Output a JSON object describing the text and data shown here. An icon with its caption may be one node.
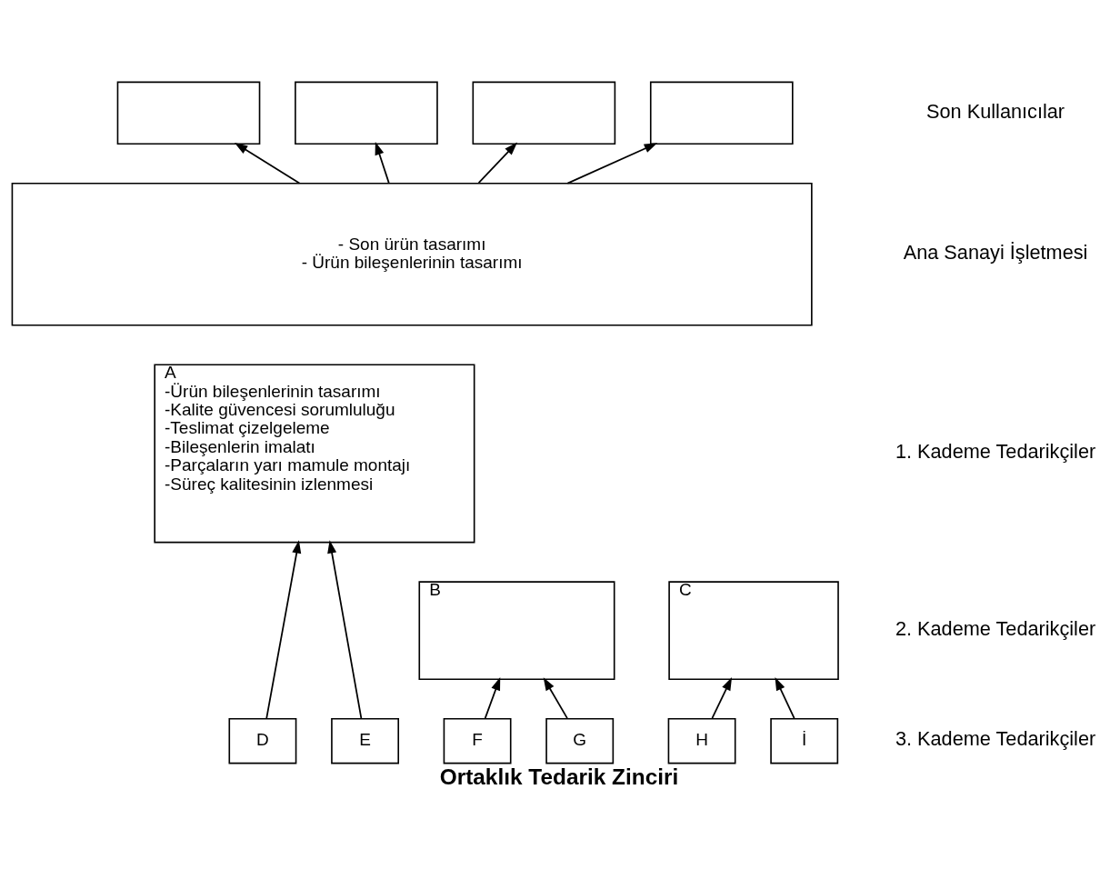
{
  "diagram": {
    "caption": "Ortaklık Tedarik Zinciri",
    "nodes": [
      {
        "text": [],
        "shape": "box"
      },
      {
        "text": [],
        "shape": "box"
      },
      {
        "text": [],
        "shape": "box"
      },
      {
        "text": [],
        "shape": "box"
      },
      {
        "text": [
          "- Son ürün tasarımı",
          "- Ürün bileşenlerinin tasarımı"
        ]
      },
      {
        "text": [
          "A",
          "-Ürün bileşenlerinin tasarımı",
          "-Kalite güvencesi sorumluluğu",
          "-Teslimat çizelgeleme",
          "-Bileşenlerin imalatı",
          "-Parçaların yarı mamule montajı",
          "-Süreç kalitesinin izlenmesi"
        ]
      },
      {
        "text": [
          "B"
        ]
      },
      {
        "text": [
          "C"
        ]
      },
      {
        "text": [
          "D"
        ]
      },
      {
        "text": [
          "E"
        ]
      },
      {
        "text": [
          "F"
        ]
      },
      {
        "text": [
          "G"
        ]
      },
      {
        "text": [
          "H"
        ]
      },
      {
        "text": [
          "İ"
        ]
      }
    ],
    "edges": [
      {
        "from": 4,
        "to": 0,
        "arrow": "to"
      },
      {
        "from": 4,
        "to": 1,
        "arrow": "to"
      },
      {
        "from": 4,
        "to": 2,
        "arrow": "to"
      },
      {
        "from": 4,
        "to": 3,
        "arrow": "to"
      },
      {
        "from": 8,
        "to": 5,
        "arrow": "to"
      },
      {
        "from": 9,
        "to": 5,
        "arrow": "to"
      },
      {
        "from": 10,
        "to": 6,
        "arrow": "to"
      },
      {
        "from": 11,
        "to": 6,
        "arrow": "to"
      },
      {
        "from": 12,
        "to": 7,
        "arrow": "to"
      },
      {
        "from": 13,
        "to": 7,
        "arrow": "to"
      }
    ],
    "labels": [
      "Son Kullanıcılar",
      "Ana Sanayi İşletmesi",
      "1. Kademe Tedarikçiler",
      "2. Kademe Tedarikçiler",
      "3. Kademe Tedarikçiler"
    ]
  }
}
